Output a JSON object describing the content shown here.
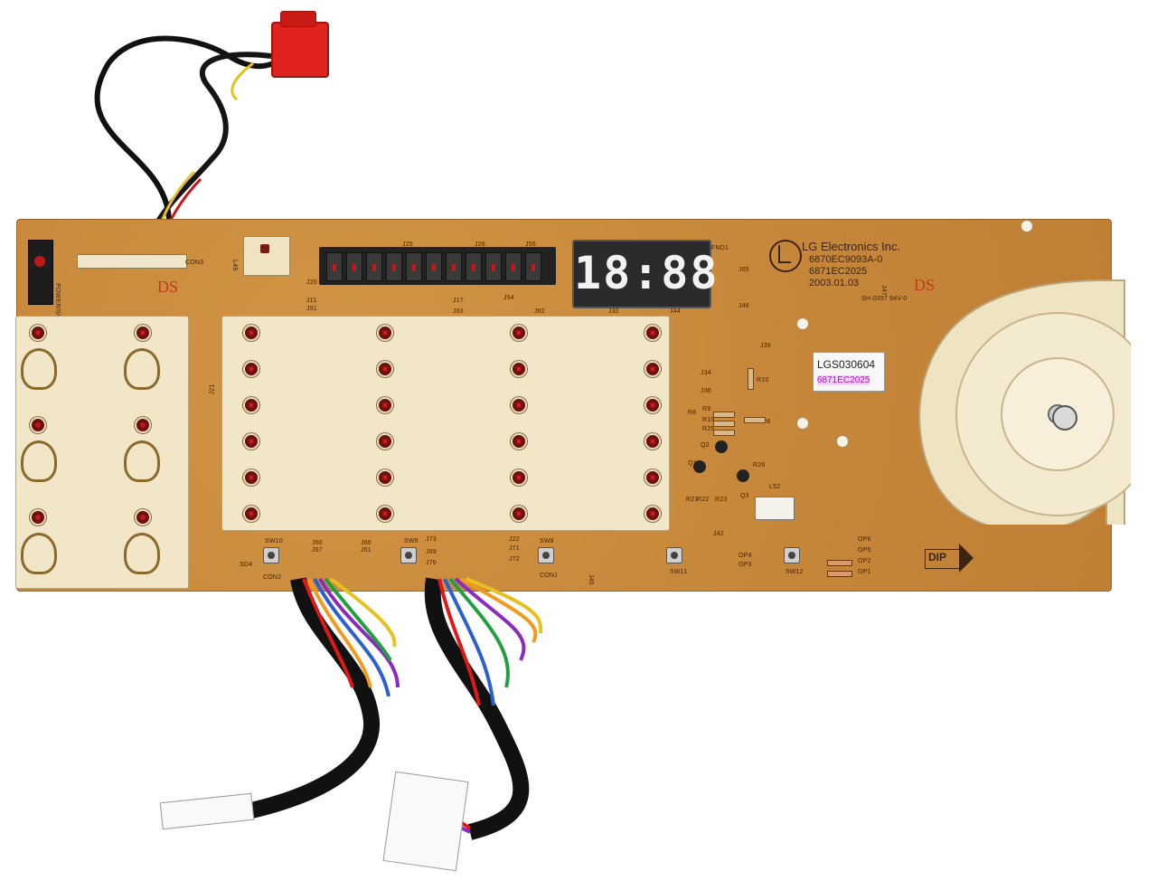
{
  "board": {
    "manufacturer": "LG Electronics Inc.",
    "part_number": "6870EC9093A-0",
    "board_code": "6871EC2025",
    "date": "2003.01.03",
    "rating": "SH-0357 94V-0",
    "display_digits": "18:88",
    "display_ref": "FND1",
    "sticker_code": "LGS030604",
    "sticker_sub": "6871EC2025",
    "dip_label": "DIP",
    "ds_mark_left": "DS",
    "ds_mark_right": "DS",
    "power_label": "POWER/SW"
  },
  "labels": {
    "con3": "CON3",
    "con1": "CON1",
    "con2": "CON2",
    "sw10": "SW10",
    "sw9": "SW9",
    "sw8": "SW8",
    "sw11": "SW11",
    "sw12": "SW12",
    "sd4": "SD4",
    "j25": "J25",
    "j26": "J26",
    "j55": "J55",
    "j20": "J20",
    "j11": "J11",
    "j51": "J51",
    "j17": "J17",
    "j54": "J54",
    "j63": "J63",
    "j62": "J62",
    "j32": "J32",
    "j44": "J44",
    "j65": "J65",
    "j46": "J46",
    "j47": "J47",
    "j39": "J39",
    "j34": "J34",
    "j36": "J36",
    "j21": "J21",
    "j60": "J60",
    "j66": "J66",
    "j67": "J67",
    "j61": "J61",
    "j73": "J73",
    "j22": "J22",
    "j69": "J69",
    "j71": "J71",
    "j76": "J76",
    "j72": "J72",
    "j42": "J42",
    "j45": "J45",
    "l49": "L49",
    "l52": "L52",
    "op6": "OP6",
    "op5": "OP5",
    "op4": "OP4",
    "op3": "OP3",
    "op2": "OP2",
    "op1": "OP1",
    "r8": "R8",
    "r9": "R9",
    "r10": "R10",
    "r19": "R19",
    "r25": "R25",
    "r28": "R28",
    "r26": "R26",
    "r21": "R21",
    "r22": "R22",
    "r23": "R23",
    "q1": "Q1",
    "q2": "Q2",
    "q3": "Q3"
  },
  "colors": {
    "pcb": "#c98a3b",
    "pad": "#f1e6c8",
    "led": "#c01818",
    "connector_red": "#e0231c",
    "dial": "#efe4c2"
  }
}
